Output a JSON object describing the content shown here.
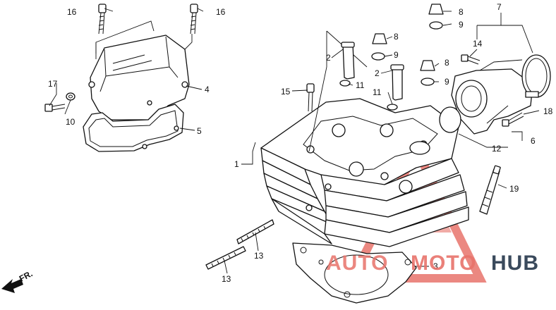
{
  "diagram": {
    "callouts": {
      "c1": "1",
      "c2a": "2",
      "c2b": "2",
      "c3": "3",
      "c4": "4",
      "c5": "5",
      "c6": "6",
      "c7": "7",
      "c8a": "8",
      "c8b": "8",
      "c8c": "8",
      "c9a": "9",
      "c9b": "9",
      "c9c": "9",
      "c10": "10",
      "c11a": "11",
      "c11b": "11",
      "c12": "12",
      "c13a": "13",
      "c13b": "13",
      "c14": "14",
      "c15": "15",
      "c16a": "16",
      "c16b": "16",
      "c17": "17",
      "c18": "18",
      "c19": "19"
    },
    "front_indicator": "FR.",
    "watermark": {
      "part1": "AUTO",
      "part2": "MOTO",
      "part3": "HUB",
      "colors": {
        "red": "#e8736b",
        "dark": "#3a4a5c"
      }
    }
  }
}
